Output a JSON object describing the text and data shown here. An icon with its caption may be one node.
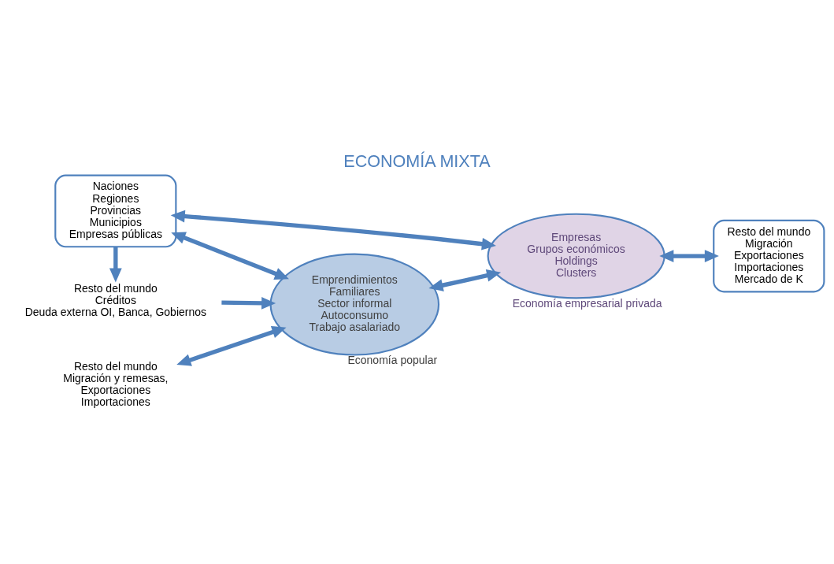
{
  "diagram": {
    "title": "ECONOMÍA MIXTA",
    "nodes": [
      {
        "text": [
          "Naciones",
          "Regiones",
          "Provincias",
          "Municipios",
          "Empresas públicas"
        ]
      },
      {
        "text": [
          "Empresas",
          "Grupos económicos",
          "Holdings",
          "Clusters"
        ],
        "beside": [
          "Economía empresarial privada"
        ]
      },
      {
        "text": [
          "Emprendimientos",
          "Familiares",
          "Sector informal",
          "Autoconsumo",
          "Trabajo asalariado"
        ],
        "beside": [
          "Economía popular"
        ]
      },
      {
        "text": [
          "Resto del mundo",
          "Migración",
          "Exportaciones",
          "Importaciones",
          "Mercado de K"
        ]
      },
      {
        "text": [
          "Resto del mundo",
          "Créditos",
          "Deuda externa OI, Banca, Gobiernos"
        ]
      },
      {
        "text": [
          "Resto del mundo",
          "Migración y remesas,",
          "Exportaciones",
          "Importaciones"
        ]
      }
    ],
    "edges": [
      {
        "from": 0,
        "to": 1,
        "arrow": "both"
      },
      {
        "from": 0,
        "to": 2,
        "arrow": "both"
      },
      {
        "from": 2,
        "to": 1,
        "arrow": "both"
      },
      {
        "from": 1,
        "to": 3,
        "arrow": "both"
      },
      {
        "from": 0,
        "to": 4,
        "arrow": "to"
      },
      {
        "from": 4,
        "to": 2,
        "arrow": "to"
      },
      {
        "from": 5,
        "to": 2,
        "arrow": "both"
      }
    ]
  }
}
